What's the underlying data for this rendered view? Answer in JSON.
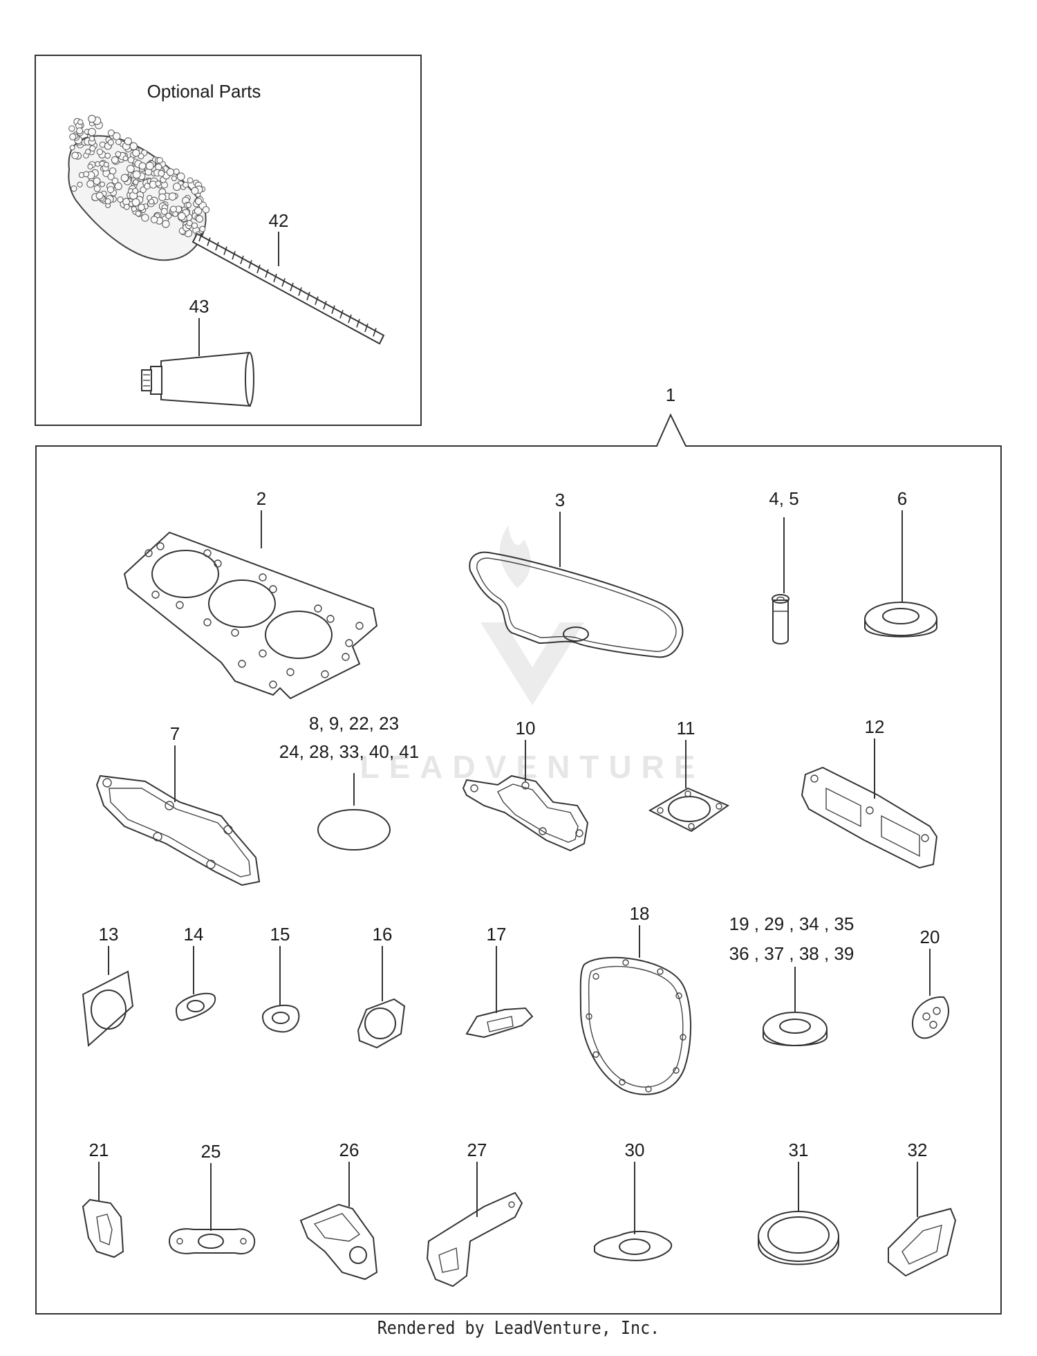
{
  "optional_box": {
    "title": "Optional  Parts"
  },
  "callouts": {
    "c1": "1",
    "c2": "2",
    "c3": "3",
    "c4_5": "4, 5",
    "c6": "6",
    "c7": "7",
    "c8_line1": "8,  9,  22, 23",
    "c8_line2": "24, 28,  33, 40, 41",
    "c10": "10",
    "c11": "11",
    "c12": "12",
    "c13": "13",
    "c14": "14",
    "c15": "15",
    "c16": "16",
    "c17": "17",
    "c18": "18",
    "c19_line1": "19  ,  29  ,  34  ,  35",
    "c19_line2": "36  ,  37 ,  38  ,  39",
    "c20": "20",
    "c21": "21",
    "c25": "25",
    "c26": "26",
    "c27": "27",
    "c30": "30",
    "c31": "31",
    "c32": "32",
    "c42": "42",
    "c43": "43"
  },
  "watermark": {
    "text": "LEADVENTURE"
  },
  "footer": {
    "text": "Rendered by LeadVenture, Inc."
  }
}
